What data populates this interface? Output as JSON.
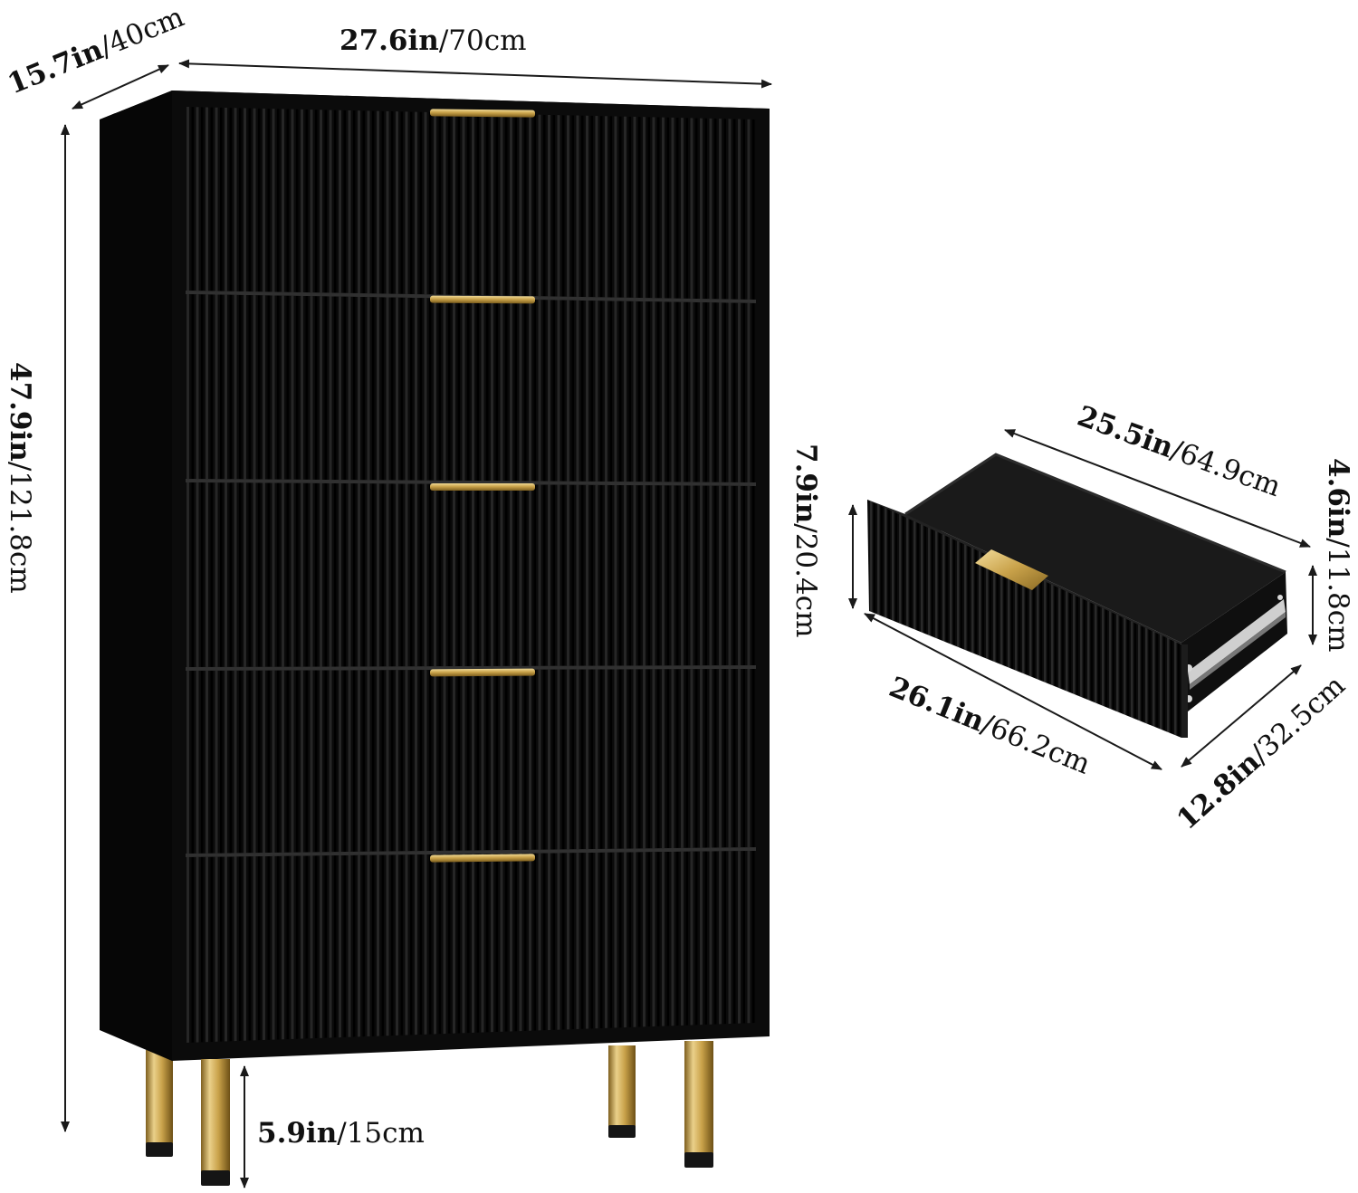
{
  "colors": {
    "body": "#0b0b0b",
    "body_shade": "#050505",
    "top_face": "#161616",
    "gold": "#c9a24a",
    "gold_light": "#ead08a",
    "gold_dark": "#7e5f1e",
    "dimension_line": "#1a1a1a",
    "text": "#111111"
  },
  "dresser": {
    "drawer_count": 5,
    "leg_count": 4
  },
  "dimensions": {
    "depth": {
      "in": "15.7in",
      "cm": "/40cm"
    },
    "width": {
      "in": "27.6in",
      "cm": "/70cm"
    },
    "height": {
      "in": "47.9in",
      "cm": "/121.8cm"
    },
    "leg_height": {
      "in": "5.9in",
      "cm": "/15cm"
    },
    "drawer_inner_width": {
      "in": "25.5in",
      "cm": "/64.9cm"
    },
    "drawer_front_height": {
      "in": "7.9in",
      "cm": "/20.4cm"
    },
    "drawer_side_height": {
      "in": "4.6in",
      "cm": "/11.8cm"
    },
    "drawer_width": {
      "in": "26.1in",
      "cm": "/66.2cm"
    },
    "drawer_depth": {
      "in": "12.8in",
      "cm": "/32.5cm"
    }
  }
}
